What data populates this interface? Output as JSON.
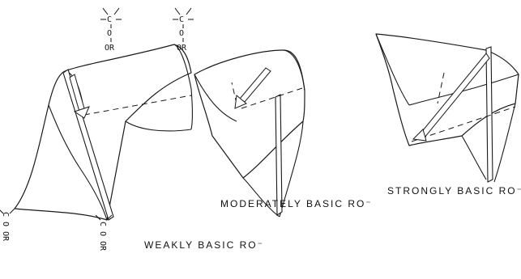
{
  "captions": {
    "weak": "WEAKLY BASIC RO⁻",
    "moderate": "MODERATELY BASIC RO⁻",
    "strong": "STRONGLY BASIC RO⁻"
  },
  "structure_labels": {
    "top_left": [
      "C",
      "O",
      "OR"
    ],
    "top_right": [
      "C",
      "O",
      "OR"
    ],
    "left_vertical": [
      "C",
      "O",
      "OR"
    ],
    "bottom_vertical": [
      "C",
      "O",
      "OR"
    ]
  }
}
